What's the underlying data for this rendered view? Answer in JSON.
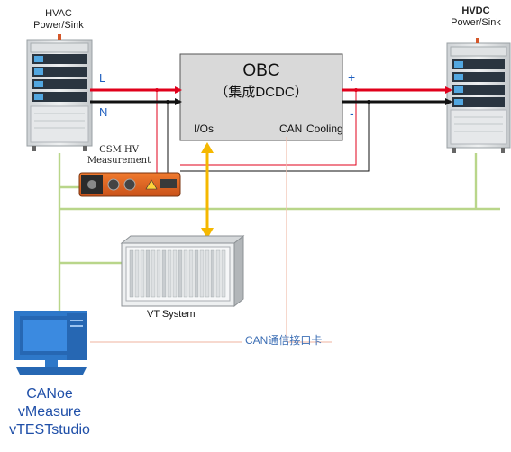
{
  "hvac": {
    "line1": "HVAC",
    "line2": "Power/Sink"
  },
  "hvdc": {
    "line1": "HVDC",
    "line2": "Power/Sink"
  },
  "obc": {
    "title": "OBC",
    "subtitle": "（集成DCDC）",
    "io_label": "I/Os",
    "can_label": "CAN",
    "cooling_label": "Cooling"
  },
  "ac_lines": {
    "L": "L",
    "N": "N"
  },
  "dc_lines": {
    "plus": "+",
    "minus": "-"
  },
  "csm": {
    "line1": "CSM HV",
    "line2": "Measurement"
  },
  "vt": {
    "label": "VT System"
  },
  "can_card": {
    "label": "CAN通信接口卡"
  },
  "tools": [
    "CANoe",
    "vMeasure",
    "vTESTstudio"
  ],
  "colors": {
    "green_wire": "#b9d68a",
    "red_wire": "#e0001b",
    "black_wire": "#111111",
    "can_wire": "#f2c2b2",
    "io_arrow": "#f5b800",
    "label_blue": "#1f5fbf",
    "obc_fill": "#d9d9d9"
  }
}
